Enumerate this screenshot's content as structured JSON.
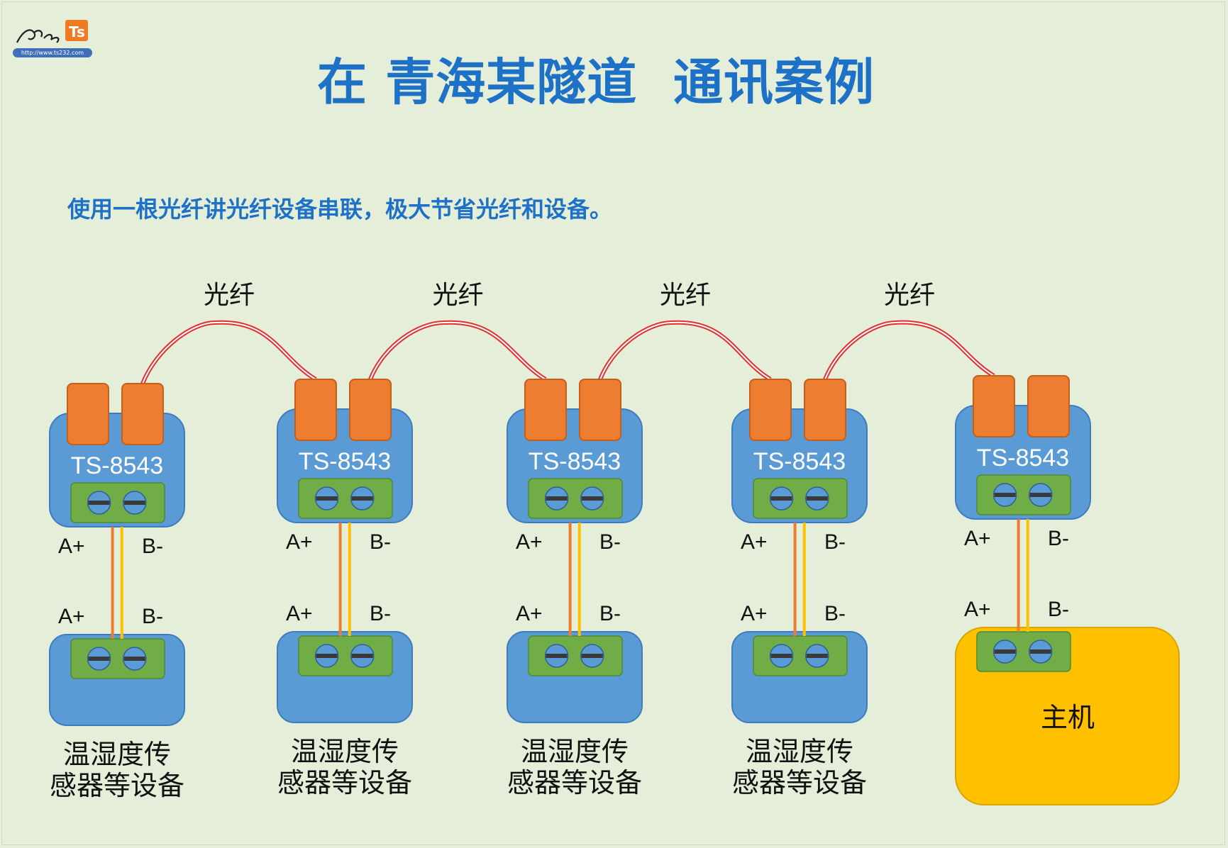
{
  "logo": {
    "url_text": "http://www.ts232.com",
    "badge": "Ts"
  },
  "title": "在 青海某隧道  通讯案例",
  "subtitle": "使用一根光纤讲光纤设备串联，极大节省光纤和设备。",
  "fiber_label": "光纤",
  "converter_model": "TS-8543",
  "terminal_labels": {
    "a": "A+",
    "b": "B-"
  },
  "device_label_lines": [
    "温湿度传",
    "感器等设备"
  ],
  "host_label": "主机",
  "colors": {
    "converter_blue": "#5b9bd5",
    "port_orange": "#ed7d31",
    "terminal_green": "#70ad47",
    "host_yellow": "#ffc000",
    "fiber_red": "#e03030",
    "wire_a": "#ed7d31",
    "wire_b": "#ffc000",
    "title_blue": "#1d71c6"
  }
}
